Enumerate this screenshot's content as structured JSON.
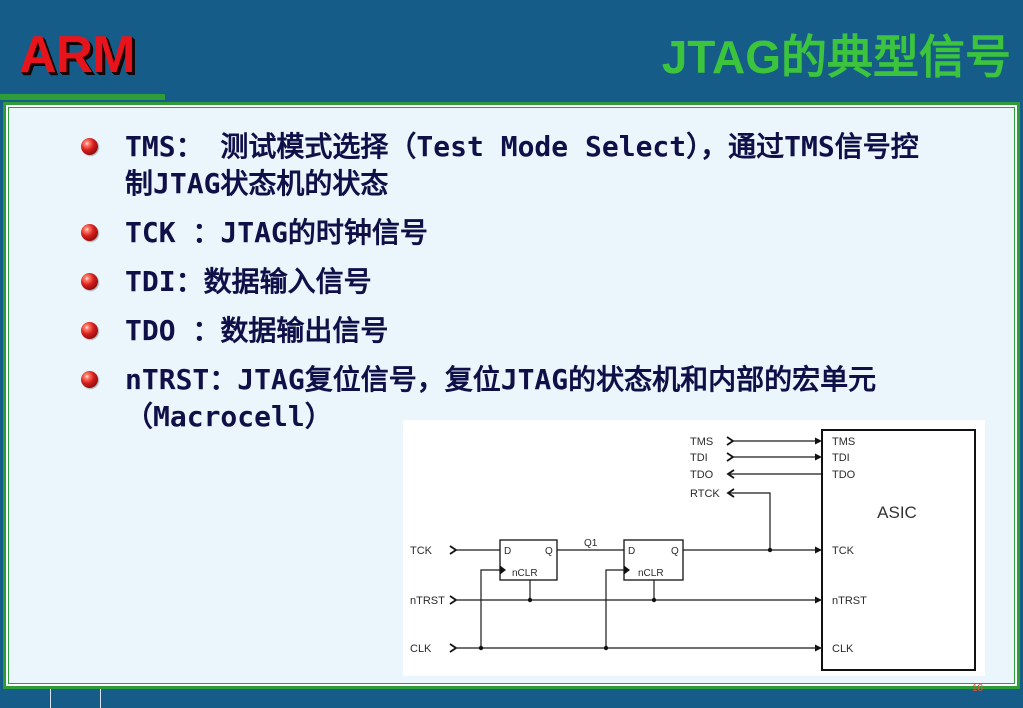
{
  "slide": {
    "logo": "ARM",
    "title": "JTAG的典型信号",
    "page_number": "18"
  },
  "theme": {
    "background": "#155c88",
    "logo_red": "#e8141c",
    "title_green": "#3cc43c",
    "frame_green": "#2e9c38",
    "panel": "#eaf6fb",
    "text": "#101048",
    "page_number_red": "#e0503c"
  },
  "bullet_icon": "red-ball-icon",
  "bullets": [
    {
      "text": "TMS： 测试模式选择（Test Mode Select），通过TMS信号控制JTAG状态机的状态"
    },
    {
      "text": "TCK ：JTAG的时钟信号"
    },
    {
      "text": "TDI：数据输入信号"
    },
    {
      "text": "TDO ：数据输出信号"
    },
    {
      "text": "nTRST：JTAG复位信号，复位JTAG的状态机和内部的宏单元（Macrocell）"
    }
  ],
  "diagram": {
    "connector_pins": {
      "tms": "TMS",
      "tdi": "TDI",
      "tdo": "TDO",
      "rtck": "RTCK"
    },
    "board_inputs": {
      "tck": "TCK",
      "ntrst": "nTRST",
      "clk": "CLK"
    },
    "flip_flops": [
      {
        "d": "D",
        "q": "Q",
        "nclr": "nCLR"
      },
      {
        "d": "D",
        "q": "Q",
        "nclr": "nCLR"
      }
    ],
    "q1_label": "Q1",
    "asic": {
      "label": "ASIC",
      "pins": {
        "tms": "TMS",
        "tdi": "TDI",
        "tdo": "TDO",
        "tck": "TCK",
        "ntrst": "nTRST",
        "clk": "CLK"
      }
    }
  }
}
